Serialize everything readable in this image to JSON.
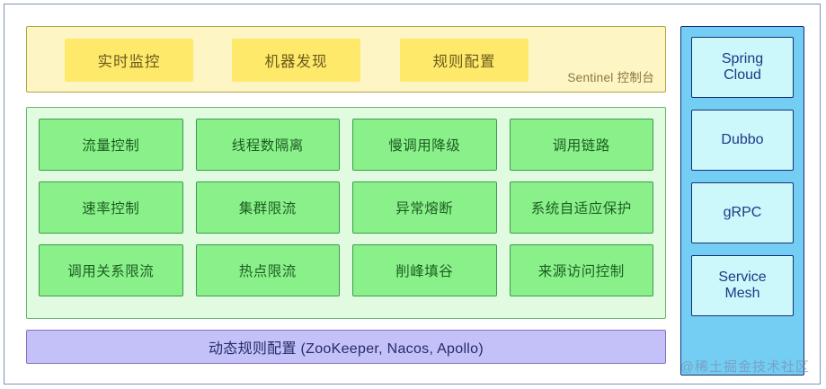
{
  "console": {
    "label": "Sentinel 控制台",
    "buttons": [
      {
        "label": "实时监控"
      },
      {
        "label": "机器发现"
      },
      {
        "label": "规则配置"
      }
    ]
  },
  "features": {
    "rows": [
      [
        {
          "label": "流量控制"
        },
        {
          "label": "线程数隔离"
        },
        {
          "label": "慢调用降级"
        },
        {
          "label": "调用链路"
        }
      ],
      [
        {
          "label": "速率控制"
        },
        {
          "label": "集群限流"
        },
        {
          "label": "异常熔断"
        },
        {
          "label": "系统自适应保护"
        }
      ],
      [
        {
          "label": "调用关系限流"
        },
        {
          "label": "热点限流"
        },
        {
          "label": "削峰填谷"
        },
        {
          "label": "来源访问控制"
        }
      ]
    ]
  },
  "datasource": {
    "label": "动态规则配置 (ZooKeeper, Nacos, Apollo)"
  },
  "adapters": {
    "items": [
      {
        "line1": "Spring",
        "line2": "Cloud"
      },
      {
        "line1": "Dubbo",
        "line2": ""
      },
      {
        "line1": "gRPC",
        "line2": ""
      },
      {
        "line1": "Service",
        "line2": "Mesh"
      }
    ]
  },
  "watermark": {
    "text": "@稀土掘金技术社区"
  },
  "colors": {
    "frame_border": "#7b92bb",
    "console_bg": "#fdf6c4",
    "console_border": "#b5a642",
    "console_button_bg": "#ffe96b",
    "console_label_text": "#8a7540",
    "features_bg": "#e0fbe0",
    "features_border": "#6bb36b",
    "feature_box_bg": "#8af08a",
    "feature_box_border": "#3f9b4f",
    "feature_text": "#1b5e20",
    "datasource_bg": "#c3c1f7",
    "datasource_border": "#8a6fbf",
    "datasource_text": "#262b6b",
    "adapter_panel_bg": "#74cdf2",
    "adapter_panel_border": "#16317a",
    "adapter_box_bg": "#ccf7fb",
    "adapter_text": "#1b3a86"
  }
}
